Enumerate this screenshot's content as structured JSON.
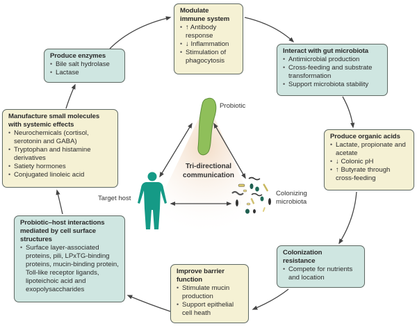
{
  "diagram": {
    "center": {
      "title": "Tri-directional communication",
      "title_lines": [
        "Tri-directional",
        "communication"
      ],
      "nodes": {
        "probiotic": "Probiotic",
        "target_host": "Target host",
        "colonizing_microbiota_lines": [
          "Colonizing",
          "microbiota"
        ]
      }
    },
    "boxes": {
      "modulate_immune": {
        "title_lines": [
          "Modulate",
          "immune system"
        ],
        "items": [
          "↑ Antibody response",
          "↓ Inflammation",
          "Stimulation of phagocytosis"
        ],
        "color": "yellow"
      },
      "interact_gut": {
        "title_lines": [
          "Interact with gut microbiota"
        ],
        "items": [
          "Antimicrobial production",
          "Cross-feeding and substrate transformation",
          "Support microbiota stability"
        ],
        "color": "teal"
      },
      "organic_acids": {
        "title_lines": [
          "Produce organic acids"
        ],
        "items": [
          "Lactate, propionate and acetate",
          "↓ Colonic pH",
          "↑ Butyrate through cross-feeding"
        ],
        "color": "yellow"
      },
      "colonization": {
        "title_lines": [
          "Colonization",
          "resistance"
        ],
        "items": [
          "Compete for nutrients and location"
        ],
        "color": "teal"
      },
      "barrier": {
        "title_lines": [
          "Improve barrier",
          "function"
        ],
        "items": [
          "Stimulate mucin production",
          "Support epithelial cell heath"
        ],
        "color": "yellow"
      },
      "cell_surface": {
        "title_lines": [
          "Probiotic–host interactions",
          "mediated by cell surface",
          "structures"
        ],
        "items": [
          "Surface layer-associated proteins, pili, LPxTG-binding proteins, mucin-binding protein, Toll-like receptor ligands, lipoteichoic acid and exopolysaccharides"
        ],
        "color": "teal"
      },
      "small_molecules": {
        "title_lines": [
          "Manufacture small molecules",
          "with systemic effects"
        ],
        "items": [
          "Neurochemicals (cortisol, serotonin and GABA)",
          "Tryptophan and histamine derivatives",
          "Satiety hormones",
          "Conjugated linoleic acid"
        ],
        "color": "yellow"
      },
      "enzymes": {
        "title_lines": [
          "Produce enzymes"
        ],
        "items": [
          "Bile salt hydrolase",
          "Lactase"
        ],
        "color": "teal"
      }
    },
    "colors": {
      "yellow_box": "#f5f1d4",
      "teal_box": "#cfe6e1",
      "box_border": "#5f6a64",
      "arrow": "#444444",
      "probiotic_green": "#8fbf5a",
      "host_teal": "#159a86",
      "triangle_fill": "#f6e4d3"
    }
  }
}
